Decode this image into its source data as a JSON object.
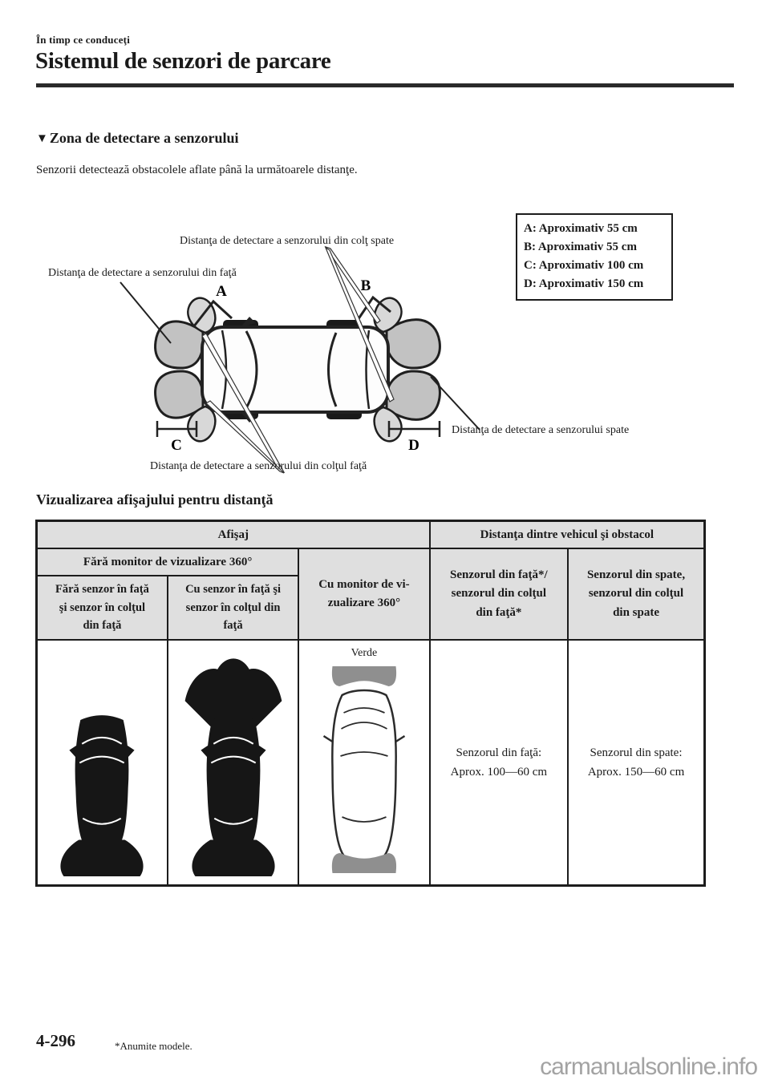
{
  "header": {
    "breadcrumb": "În timp ce conduceţi",
    "title": "Sistemul de senzori de parcare"
  },
  "section1": {
    "marker": "▼",
    "heading": "Zona de detectare a senzorului",
    "intro": "Senzorii detectează obstacolele aflate până la următoarele distanţe."
  },
  "diagram": {
    "legend_lines": [
      "A: Aproximativ 55 cm",
      "B: Aproximativ 55 cm",
      "C: Aproximativ 100 cm",
      "D: Aproximativ 150 cm"
    ],
    "label_rear_corner": "Distanţa de detectare a senzorului din colţ spate",
    "label_front": "Distanţa de detectare a senzorului din faţă",
    "label_rear": "Distanţa de detectare a senzorului spate",
    "label_front_corner": "Distanţa de detectare a senzorului din colţul faţă",
    "marker_a": "A",
    "marker_b": "B",
    "marker_c": "C",
    "marker_d": "D"
  },
  "section2": {
    "heading": "Vizualizarea afişajului pentru distanţă"
  },
  "table": {
    "header_row1": {
      "display": "Afişaj",
      "distance": "Distanţa dintre vehicul şi obstacol"
    },
    "header_row2": {
      "without_monitor": "Fără monitor de vizualizare 360°",
      "with_monitor": [
        "Cu monitor de vi-",
        "zualizare 360°"
      ],
      "front_sensor": [
        "Senzorul din faţă*/",
        "senzorul din colţul",
        "din faţă*"
      ],
      "rear_sensor": [
        "Senzorul din spate,",
        "senzorul din colţul",
        "din spate"
      ]
    },
    "header_row3": {
      "without_front_sensor": [
        "Fără senzor în faţă",
        "şi senzor în colţul",
        "din faţă"
      ],
      "with_front_sensor": [
        "Cu senzor în faţă şi",
        "senzor în colţul din",
        "faţă"
      ]
    },
    "body": {
      "green_label": "Verde",
      "front_distance": [
        "Senzorul din faţă:",
        "Aprox. 100—60 cm"
      ],
      "rear_distance": [
        "Senzorul din spate:",
        "Aprox. 150—60 cm"
      ]
    }
  },
  "footer": {
    "page_number": "4-296",
    "footnote": "*Anumite modele."
  },
  "watermark": "carmanualsonline.info",
  "colors": {
    "zone_gray": "#c2c2c2",
    "corner_zone_gray": "#d8d8d8",
    "display_band_gray": "#8f8f8f",
    "table_header_bg": "#dfdfdf"
  }
}
